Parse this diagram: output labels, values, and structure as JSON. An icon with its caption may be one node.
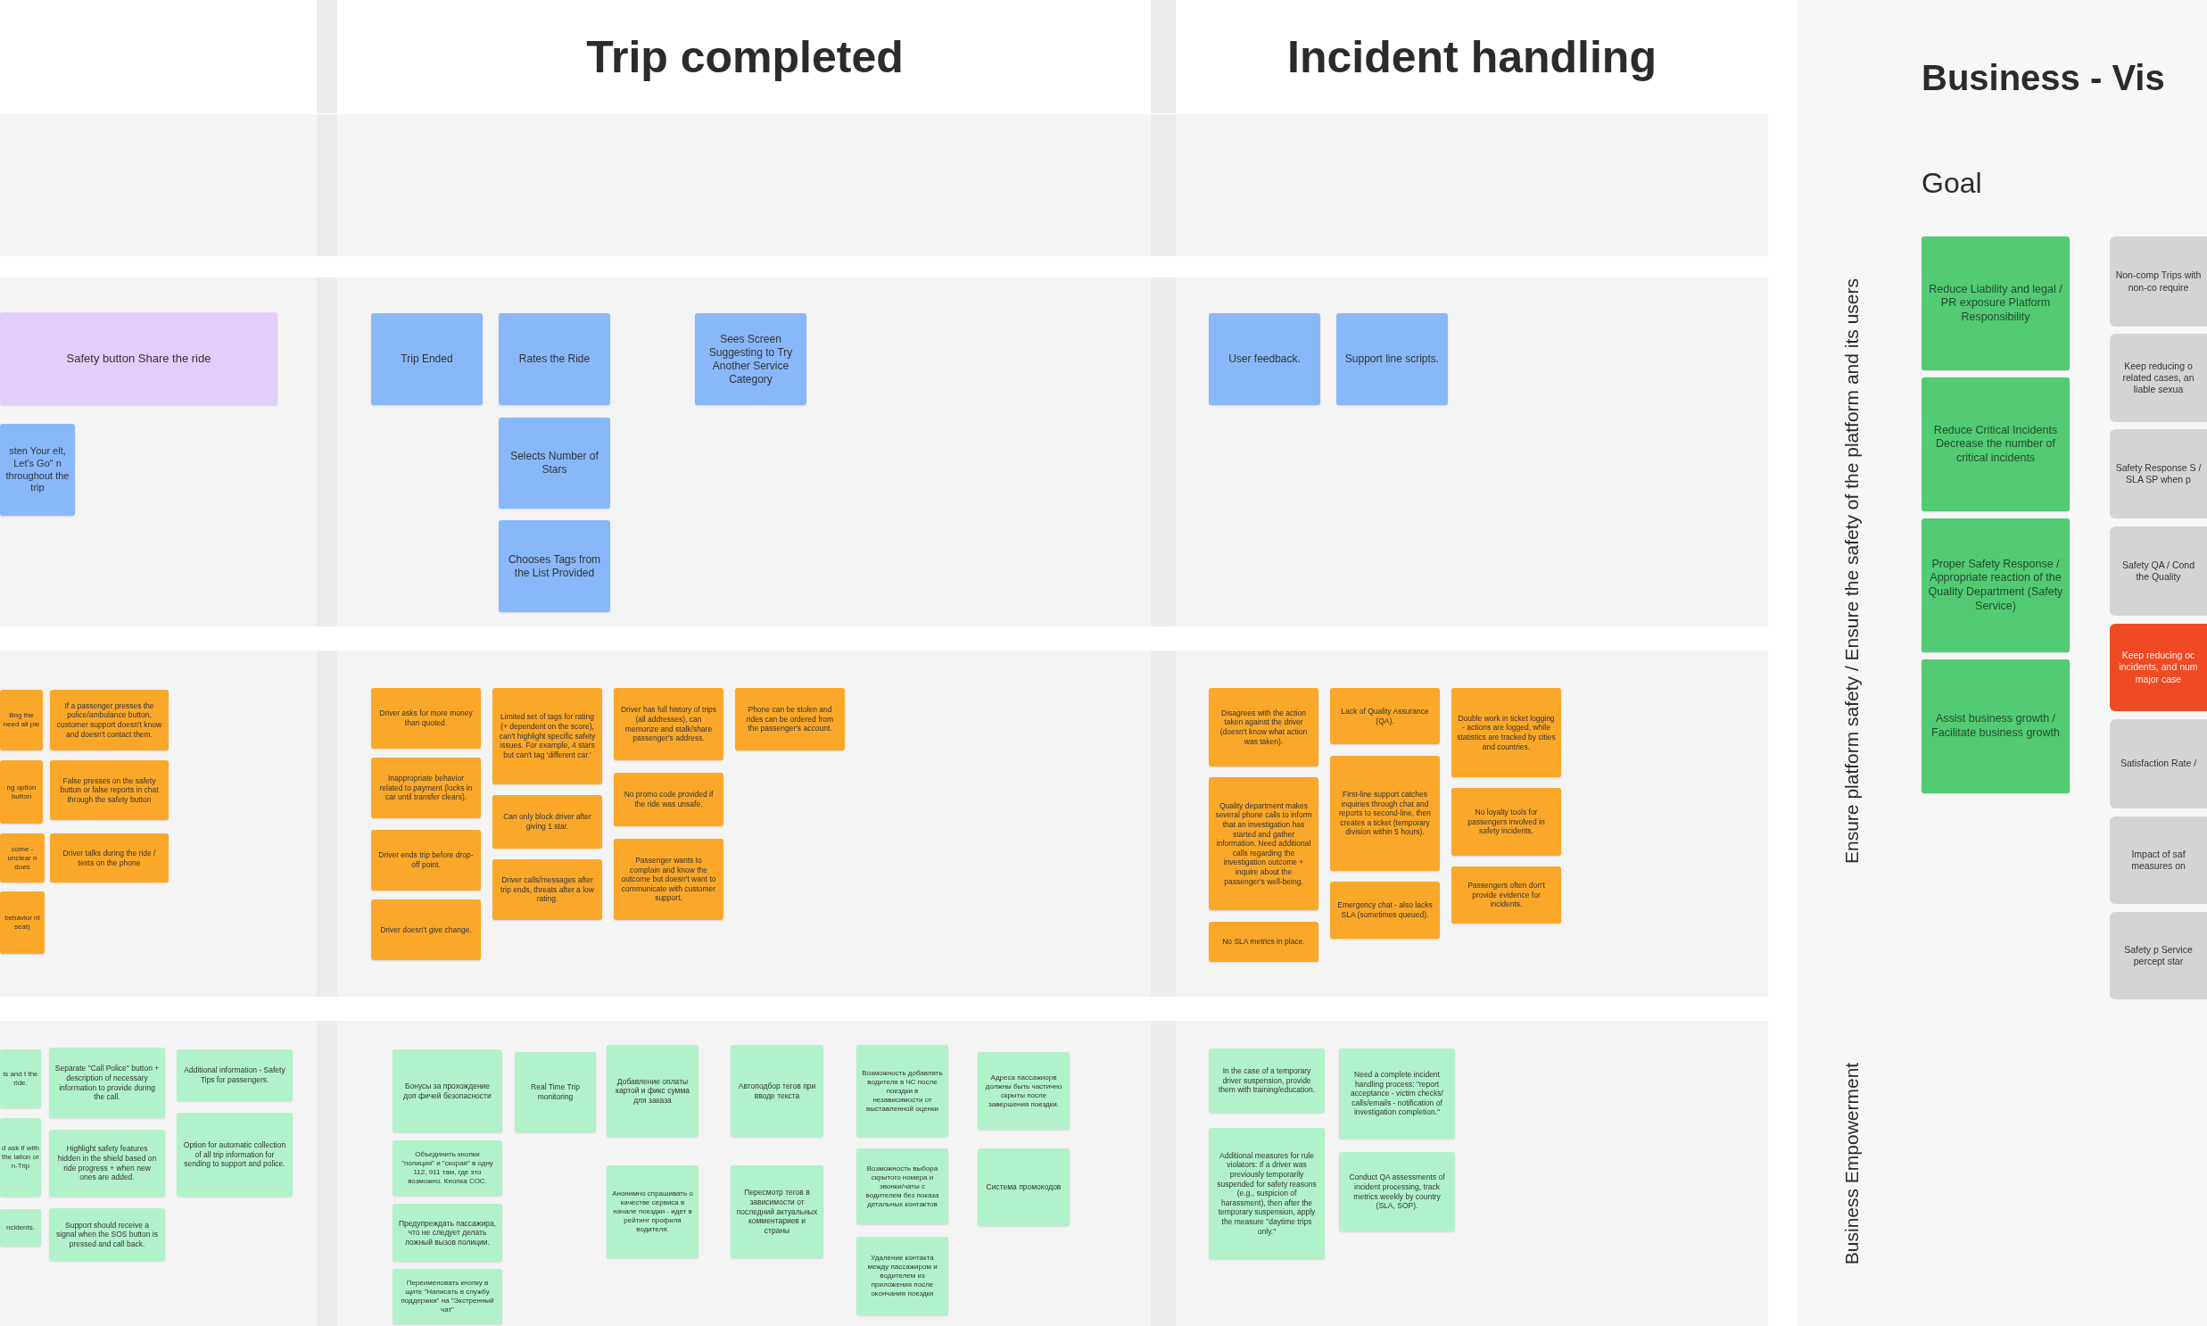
{
  "diagram": {
    "nodes": [
      {
        "text": [
          "Safety button Share the ride"
        ]
      },
      {
        "text": [
          "sten Your elt, Let's Go\" n throughout the trip"
        ]
      },
      {
        "text": [
          "Trip Ended"
        ]
      },
      {
        "text": [
          "Rates the Ride"
        ]
      },
      {
        "text": [
          "Selects Number of Stars"
        ]
      },
      {
        "text": [
          "Chooses Tags from the List Provided"
        ]
      },
      {
        "text": [
          "Sees Screen Suggesting to Try Another Service Category"
        ]
      },
      {
        "text": [
          "User feedback."
        ]
      },
      {
        "text": [
          "Support line scripts."
        ]
      },
      {
        "text": [
          "lling the need all ple"
        ]
      },
      {
        "text": [
          "ng option button"
        ]
      },
      {
        "text": [
          "come - unclear n does"
        ]
      },
      {
        "text": [
          "behavior nt seat)"
        ]
      },
      {
        "text": [
          "If a passenger presses the police/ambulance button, customer support doesn't know and doesn't contact them."
        ]
      },
      {
        "text": [
          "False presses on the safety button or false reports in chat through the safety button"
        ]
      },
      {
        "text": [
          "Driver talks during the ride / texts on the phone"
        ]
      },
      {
        "text": [
          "Driver asks for more money than quoted."
        ]
      },
      {
        "text": [
          "Inappropriate behavior related to payment (locks in car until transfer clears)."
        ]
      },
      {
        "text": [
          "Driver ends trip before drop-off point."
        ]
      },
      {
        "text": [
          "Driver doesn't give change."
        ]
      },
      {
        "text": [
          "Limited set of tags for rating (+ dependent on the score), can't highlight specific safety issues. For example, 4 stars but can't tag 'different car.'"
        ]
      },
      {
        "text": [
          "Can only block driver after giving 1 star."
        ]
      },
      {
        "text": [
          "Driver calls/messages after trip ends, threats after a low rating."
        ]
      },
      {
        "text": [
          "Driver has full history of trips (all addresses), can memorize and stalk/share passenger's address."
        ]
      },
      {
        "text": [
          "No promo code provided if the ride was unsafe."
        ]
      },
      {
        "text": [
          "Passenger wants to complain and know the outcome but doesn't want to communicate with customer support."
        ]
      },
      {
        "text": [
          "Phone can be stolen and rides can be ordered from the passenger's account."
        ]
      },
      {
        "text": [
          "Disagrees with the action taken against the driver (doesn't know what action was taken)."
        ]
      },
      {
        "text": [
          "Quality department makes several phone calls to inform that an investigation has started and gather information. Need additional calls regarding the investigation outcome + inquire about the passenger's well-being."
        ]
      },
      {
        "text": [
          "No SLA metrics in place."
        ]
      },
      {
        "text": [
          "Lack of Quality Assurance (QA)."
        ]
      },
      {
        "text": [
          "First-line support catches inquiries through chat and reports to second-line, then creates a ticket (temporary division within 5 hours)."
        ]
      },
      {
        "text": [
          "Emergency chat - also lacks SLA (sometimes queued)."
        ]
      },
      {
        "text": [
          "Double work in ticket logging - actions are logged, while statistics are tracked by cities and countries."
        ]
      },
      {
        "text": [
          "No loyalty tools for passengers involved in safety incidents."
        ]
      },
      {
        "text": [
          "Passengers often don't provide evidence for incidents."
        ]
      },
      {
        "text": [
          "is and t the ride."
        ]
      },
      {
        "text": [
          "d ask if with the iation or n-Trip"
        ]
      },
      {
        "text": [
          "ncidents."
        ]
      },
      {
        "text": [
          "Separate \"Call Police\" button + description of necessary information to provide during the call."
        ]
      },
      {
        "text": [
          "Highlight safety features hidden in the shield based on ride progress + when new ones are added."
        ]
      },
      {
        "text": [
          "Support should receive a signal when the SOS button is pressed and call back."
        ]
      },
      {
        "text": [
          "Additional information - Safety Tips for passengers."
        ]
      },
      {
        "text": [
          "Option for automatic collection of all trip information for sending to support and police."
        ]
      },
      {
        "text": [
          "Бонусы за прохождение доп фичей безопасности"
        ]
      },
      {
        "text": [
          "Объединить кнопки \"полиция\" и \"скорая\" в одну 112, 911 там, где это возможно. Кнопка СОС."
        ]
      },
      {
        "text": [
          "Предупреждать пассажира, что не следует делать ложный вызов полиции."
        ]
      },
      {
        "text": [
          "Переименовать кнопку в щите \"Написать в службу поддержки\" на \"Экстренный чат\""
        ]
      },
      {
        "text": [
          "Real Time Trip monitoring"
        ]
      },
      {
        "text": [
          "Добавление оплаты картой и фикс сумма для заказа"
        ]
      },
      {
        "text": [
          "Анонимно спрашивать о качестве сервиса в начале поездки - идет в рейтинг профиля водителя."
        ]
      },
      {
        "text": [
          "Автоподбор тегов при вводе текста"
        ]
      },
      {
        "text": [
          "Пересмотр тегов в зависимости от последний актуальных комментариев и страны"
        ]
      },
      {
        "text": [
          "Возможность добавлять водителя в ЧС после поездки в независимости от выставленной оценки"
        ]
      },
      {
        "text": [
          "Возможность выбора скрытого номера и звонки/чаты с водителем без показа детальных контактов"
        ]
      },
      {
        "text": [
          "Удаление контакта между пассажиром и водителем из приложения после окончания поездки"
        ]
      },
      {
        "text": [
          "Адреса пассажиорв должны быть частично скрыты после завершения поездки."
        ]
      },
      {
        "text": [
          "Система промокодов"
        ]
      },
      {
        "text": [
          "In the case of a temporary driver suspension, provide them with training/education."
        ]
      },
      {
        "text": [
          "Additional measures for rule violators: If a driver was previously temporarily suspended for safety reasons (e.g., suspicion of harassment), then after the temporary suspension, apply the measure \"daytime trips only.\""
        ]
      },
      {
        "text": [
          "Need a complete incident handling process: \"report acceptance - victim checks/ calls/emails - notification of investigation completion.\""
        ]
      },
      {
        "text": [
          "Conduct QA assessments of incident processing, track metrics weekly by country (SLA, SOP)."
        ]
      },
      {
        "text": [
          "Reduce Liability and legal / PR exposure Platform Responsibility"
        ]
      },
      {
        "text": [
          "Reduce Critical Incidents Decrease the number of critical incidents"
        ]
      },
      {
        "text": [
          "Proper Safety Response / Appropriate reaction of the Quality Department (Safety Service)"
        ]
      },
      {
        "text": [
          "Assist business growth / Facilitate business growth"
        ]
      },
      {
        "text": [
          "Non-comp Trips with non-co require"
        ]
      },
      {
        "text": [
          "Keep reducing o related cases, an liable sexua"
        ]
      },
      {
        "text": [
          "Safety Response S / SLA SP when p"
        ]
      },
      {
        "text": [
          "Safety QA / Cond the Quality"
        ]
      },
      {
        "text": [
          "Keep reducing oc incidents, and num major case"
        ]
      },
      {
        "text": [
          "Satisfaction Rate /"
        ]
      },
      {
        "text": [
          "Impact of saf measures on"
        ]
      },
      {
        "text": [
          "Safety p Service percept star"
        ]
      }
    ],
    "labels": [
      "Trip completed",
      "Incident handling",
      "Business - Vis",
      "Goal",
      "Ensure platform safety / Ensure the safety of the platform and its users",
      "Business Empowerment"
    ]
  }
}
